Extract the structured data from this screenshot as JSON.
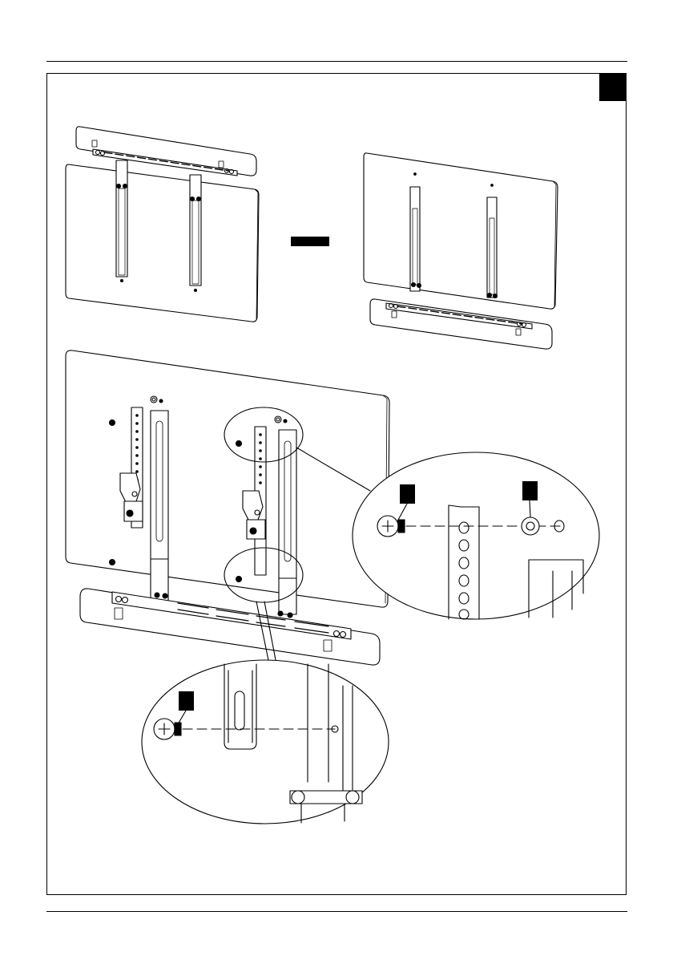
{
  "page": {
    "step_marker": "",
    "callouts": [
      "",
      "",
      "",
      ""
    ]
  },
  "colors": {
    "ink": "#000000",
    "paper": "#ffffff"
  },
  "icons": [
    "screw-icon",
    "washer-icon",
    "bracket-illustration",
    "tv-panel-illustration",
    "soundbar-illustration"
  ]
}
